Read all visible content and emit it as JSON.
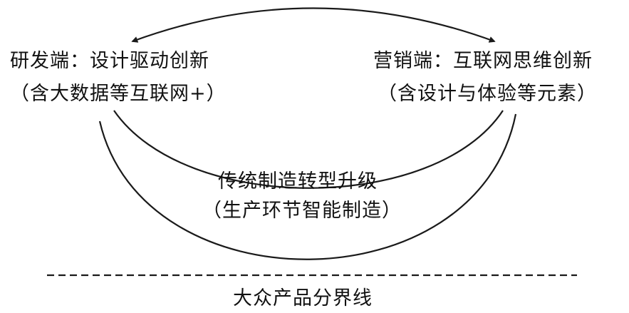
{
  "diagram": {
    "rd_end": {
      "title": "研发端：设计驱动创新",
      "subtitle": "（含大数据等互联网+）"
    },
    "marketing_end": {
      "title": "营销端：互联网思维创新",
      "subtitle": "（含设计与体验等元素）"
    },
    "center": {
      "title": "传统制造转型升级",
      "subtitle": "（生产环节智能制造）"
    },
    "boundary": {
      "label": "大众产品分界线"
    },
    "colors": {
      "stroke": "#1a1a1a",
      "text": "#111111",
      "background": "#ffffff"
    }
  }
}
